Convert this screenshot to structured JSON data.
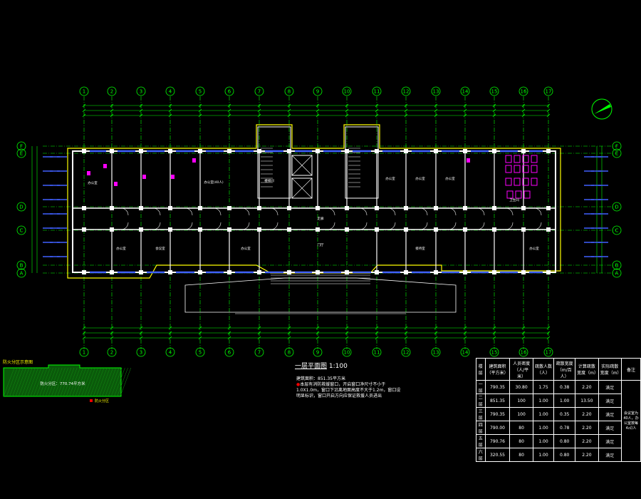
{
  "drawing": {
    "title": "一层平面图",
    "scale": "1:100",
    "area_text": "建筑面积：851.35平方米",
    "note_lines": [
      "本层有消防救援窗口，开启窗口净尺寸不小于",
      "1.0X1.0m，窗口下沿离地面高度不大于1.2m，窗口设",
      "明显标识，窗口开启方向应保证救援人员进出"
    ]
  },
  "axes": {
    "numbers": [
      "1",
      "2",
      "3",
      "4",
      "5",
      "6",
      "7",
      "8",
      "9",
      "10",
      "11",
      "12",
      "13",
      "14",
      "15",
      "16",
      "17"
    ],
    "letters": [
      "F",
      "E",
      "D",
      "C",
      "B",
      "A"
    ]
  },
  "rooms": {
    "office_40": "办公室(40人)",
    "corridor_label": "走廊",
    "entrance_hall": "门厅",
    "office": "办公室",
    "meeting": "会议室",
    "reception": "接待室",
    "stair": "楼梯间",
    "toilet": "卫生间"
  },
  "subplan": {
    "title": "防火分区示意图",
    "label": "防火分区：770.74平方米",
    "legend": "防火分区"
  },
  "table": {
    "headers": [
      "楼层",
      "建筑面积（平方米）",
      "人员密度（人/平米）",
      "疏散人数（人）",
      "疏散宽度（m/百人）",
      "计算疏散宽度（m）",
      "实际疏散宽度（m）",
      "备注"
    ],
    "rows": [
      [
        "一层",
        "790.35",
        "30.80",
        "1.75",
        "0.38",
        "2.20",
        "满足"
      ],
      [
        "二层",
        "851.35",
        "100",
        "1.00",
        "1.00",
        "13.50",
        "满足"
      ],
      [
        "三层",
        "790.35",
        "100",
        "1.00",
        "0.35",
        "2.20",
        "满足"
      ],
      [
        "四层",
        "790.00",
        "80",
        "1.00",
        "0.78",
        "2.20",
        "满足"
      ],
      [
        "五层",
        "790.76",
        "80",
        "1.00",
        "0.80",
        "2.20",
        "满足"
      ],
      [
        "六层",
        "320.55",
        "80",
        "1.00",
        "0.80",
        "2.20",
        "满足"
      ]
    ],
    "remark": "会议室为40人，办公室按每4㎡/人"
  },
  "colors": {
    "grid": "#00ff00",
    "wall": "#ffffff",
    "dim": "#00ffff",
    "outline": "#ffff00",
    "fixture": "#ff00ff",
    "window": "#4060ff"
  }
}
